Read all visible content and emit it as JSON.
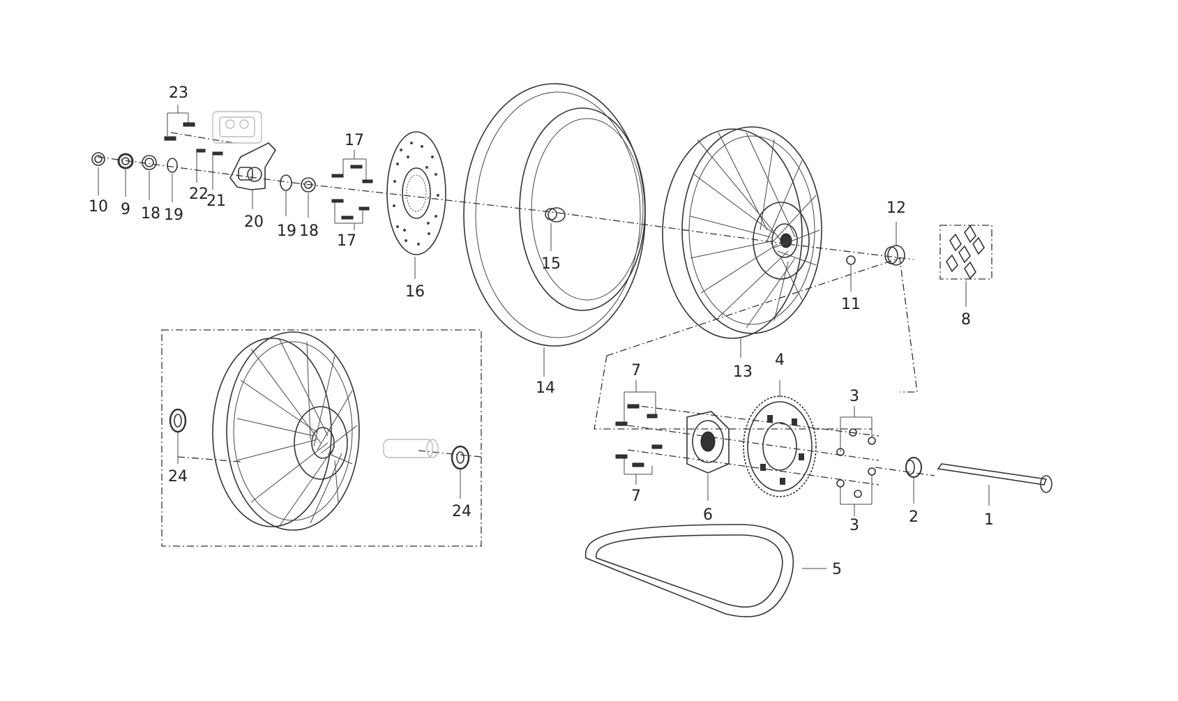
{
  "diagram": {
    "labels": {
      "l1": "1",
      "l2": "2",
      "l3a": "3",
      "l3b": "3",
      "l4": "4",
      "l5": "5",
      "l6": "6",
      "l7a": "7",
      "l7b": "7",
      "l8": "8",
      "l9": "9",
      "l10": "10",
      "l11": "11",
      "l12": "12",
      "l13": "13",
      "l14": "14",
      "l15": "15",
      "l16": "16",
      "l17a": "17",
      "l17b": "17",
      "l18a": "18",
      "l18b": "18",
      "l19a": "19",
      "l19b": "19",
      "l20": "20",
      "l21": "21",
      "l22": "22",
      "l23": "23",
      "l24a": "24",
      "l24b": "24"
    }
  }
}
